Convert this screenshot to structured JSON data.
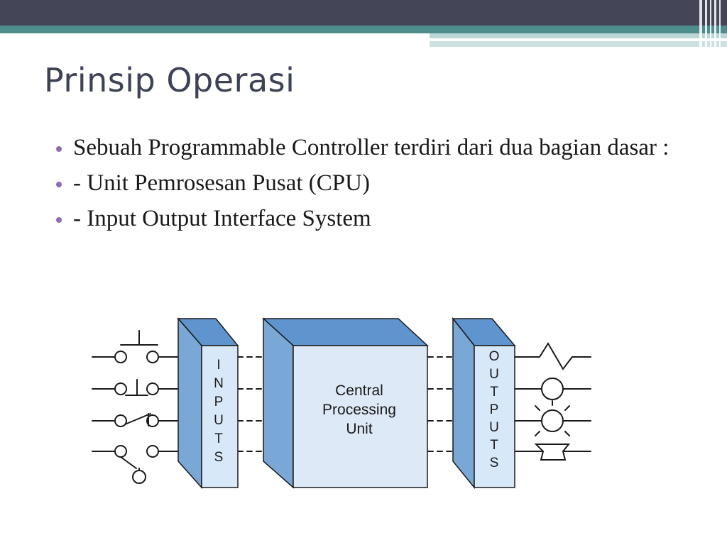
{
  "slide": {
    "title": "Prinsip Operasi",
    "bullets": [
      "Sebuah Programmable Controller terdiri dari dua bagian dasar :",
      "- Unit Pemrosesan Pusat (CPU)",
      "- Input Output Interface System"
    ]
  },
  "diagram": {
    "input_label": [
      "I",
      "N",
      "P",
      "U",
      "T",
      "S"
    ],
    "output_label": [
      "O",
      "U",
      "T",
      "P",
      "U",
      "T",
      "S"
    ],
    "cpu_label": [
      "Central",
      "Processing",
      "Unit"
    ],
    "input_devices": [
      "pushbutton-no-icon",
      "pushbutton-nc-icon",
      "switch-nc-icon",
      "switch-no-icon"
    ],
    "output_devices": [
      "heater-icon",
      "motor-icon",
      "lamp-icon",
      "horn-icon"
    ],
    "colors": {
      "header_dark": "#444658",
      "header_teal": "#4f8d8c",
      "header_light": "#cde1e1",
      "bullet": "#8e6bb8",
      "block_front_light": "#d7e8f8",
      "block_side": "#7aa8d6",
      "block_top": "#5e95cf",
      "line": "#1a1a1a"
    }
  }
}
